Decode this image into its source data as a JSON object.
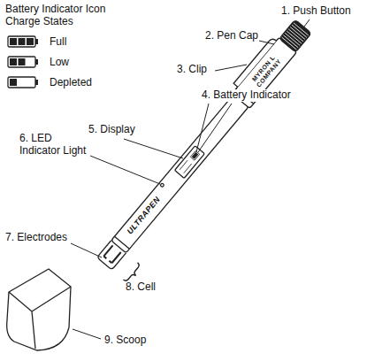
{
  "diagram": {
    "labels": [
      "Battery Indicator Icon Charge States",
      "1. Push Button",
      "2. Pen Cap",
      "3. Clip",
      "4. Battery Indicator",
      "5. Display",
      "6. LED Indicator Light",
      "7. Electrodes",
      "8. Cell",
      "9. Scoop",
      "ULTRAPEN",
      "MYRON L COMPANY"
    ],
    "legend": [
      {
        "text": "Full"
      },
      {
        "text": "Low"
      },
      {
        "text": "Depleted"
      }
    ]
  }
}
